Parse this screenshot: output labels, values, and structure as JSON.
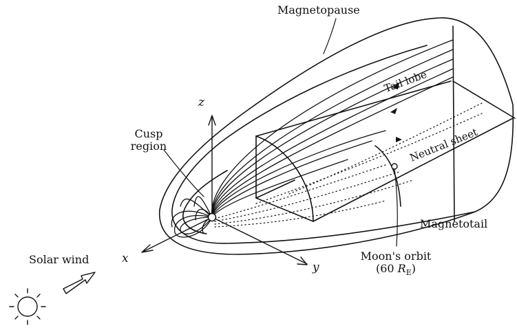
{
  "diagram": {
    "labels": {
      "magnetopause": "Magnetopause",
      "tail_lobe": "Tail lobe",
      "neutral_sheet": "Neutral sheet",
      "cusp_region_line1": "Cusp",
      "cusp_region_line2": "region",
      "magnetotail": "Magnetotail",
      "moons_orbit_line1": "Moon's orbit",
      "moons_orbit_line2_prefix": "(60 ",
      "moons_orbit_line2_symbol": "R",
      "moons_orbit_line2_subscript": "E",
      "moons_orbit_line2_suffix": ")",
      "solar_wind": "Solar wind",
      "axis_x": "x",
      "axis_y": "y",
      "axis_z": "z"
    },
    "colors": {
      "ink": "#111111",
      "background": "#ffffff"
    }
  }
}
